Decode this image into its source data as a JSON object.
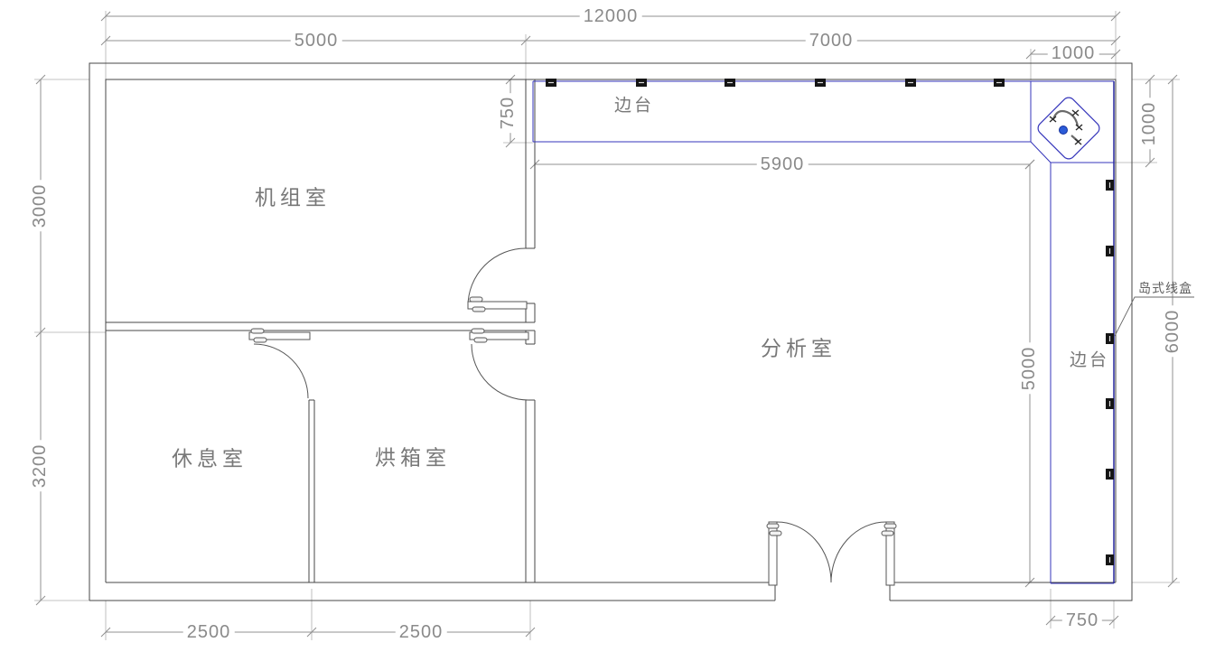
{
  "rooms": {
    "unit_room": "机组室",
    "rest_room": "休息室",
    "oven_room": "烘箱室",
    "analysis_room": "分析室"
  },
  "benches": {
    "top_label": "边台",
    "right_label": "边台"
  },
  "callouts": {
    "island_wire_box": "岛式线盒"
  },
  "dims": {
    "overall_width": "12000",
    "left_span": "5000",
    "right_span": "7000",
    "corner_width": "1000",
    "left_upper": "3000",
    "left_lower": "3200",
    "corner_height": "1000",
    "right_height": "6000",
    "bench_depth": "750",
    "bench_run": "5900",
    "analysis_span": "5000",
    "bottom_room1": "2500",
    "bottom_room2": "2500",
    "right_bench_width": "750"
  },
  "colors": {
    "wall": "#474747",
    "bench": "#3636bb",
    "bench_dark": "#26269e",
    "dimension": "#909090",
    "extension": "#b0b0b0",
    "outlet": "#151515",
    "sink_accent": "#2b5bd7"
  }
}
